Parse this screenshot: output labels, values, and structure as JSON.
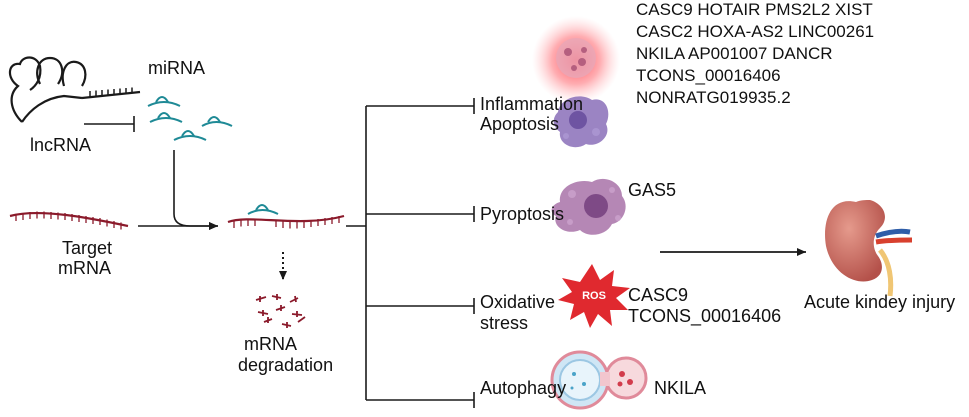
{
  "lncrna_label": "lncRNA",
  "mirna_label": "miRNA",
  "target_label": "Target",
  "mrna_label": "mRNA",
  "degradation_label_1": "mRNA",
  "degradation_label_2": "degradation",
  "pathways": {
    "inflammation": "Inflammation",
    "apoptosis": "Apoptosis",
    "pyroptosis": "Pyroptosis",
    "oxidative": "Oxidative",
    "stress": "stress",
    "autophagy": "Autophagy"
  },
  "ros_label": "ROS",
  "lncrna_lists": {
    "inflammation_apoptosis": [
      "CASC9  HOTAIR  PMS2L2 XIST",
      "CASC2  HOXA-AS2  LINC00261",
      "NKILA    AP001007  DANCR",
      "TCONS_00016406",
      "NONRATG019935.2"
    ],
    "pyroptosis": [
      "GAS5"
    ],
    "oxidative_stress": [
      "CASC9",
      "TCONS_00016406"
    ],
    "autophagy": [
      "NKILA"
    ]
  },
  "outcome_label": "Acute kindey injury",
  "colors": {
    "rna_strand": "#8b1a2b",
    "mirna": "#1f8a96",
    "inflammation_glow": "#ff4f5a",
    "cell_purple": "#8a6fb8",
    "pyro_cell": "#a872a8",
    "ros_burst": "#e0292f",
    "kidney": "#c9665a",
    "line": "#1a1a1a"
  }
}
